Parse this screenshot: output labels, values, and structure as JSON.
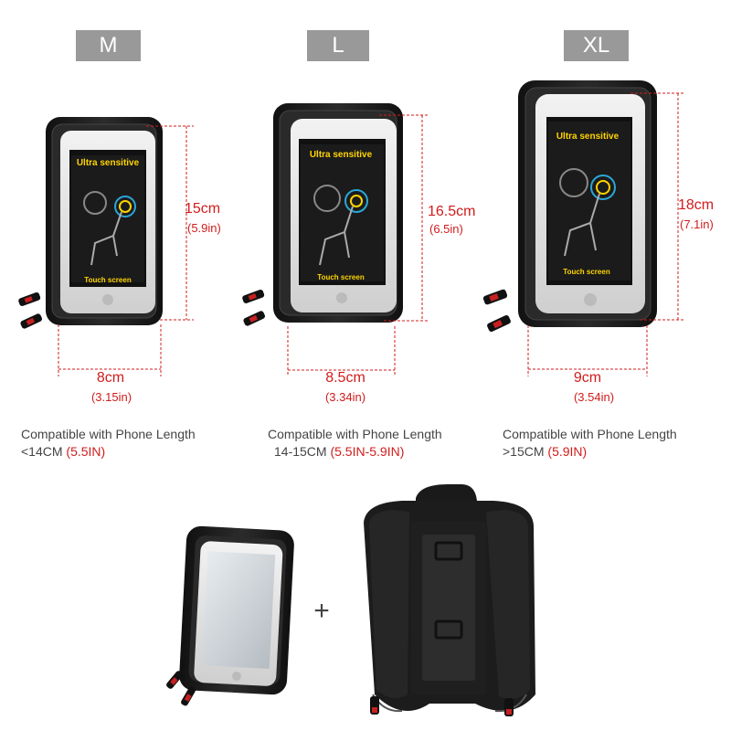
{
  "sizes": [
    {
      "label": "M",
      "height_cm": "15cm",
      "height_in": "(5.9in)",
      "width_cm": "8cm",
      "width_in": "(3.15in)",
      "compat_text": "Compatible with Phone Length",
      "compat_prefix": "<14CM ",
      "compat_range": "(5.5IN)"
    },
    {
      "label": "L",
      "height_cm": "16.5cm",
      "height_in": "(6.5in)",
      "width_cm": "8.5cm",
      "width_in": "(3.34in)",
      "compat_text": "Compatible with Phone Length",
      "compat_prefix": "14-15CM ",
      "compat_range": "(5.5IN-5.9IN)"
    },
    {
      "label": "XL",
      "height_cm": "18cm",
      "height_in": "(7.1in)",
      "width_cm": "9cm",
      "width_in": "(3.54in)",
      "compat_text": "Compatible with Phone Length",
      "compat_prefix": ">15CM ",
      "compat_range": "(5.9IN)"
    }
  ],
  "screen": {
    "headline": "Ultra sensitive",
    "footer": "Touch screen"
  },
  "plus_sign": "+",
  "colors": {
    "badge": "#999999",
    "dimension_red": "#d21c1c",
    "screen_yellow": "#ffd400",
    "bag_black": "#1c1c1c"
  }
}
